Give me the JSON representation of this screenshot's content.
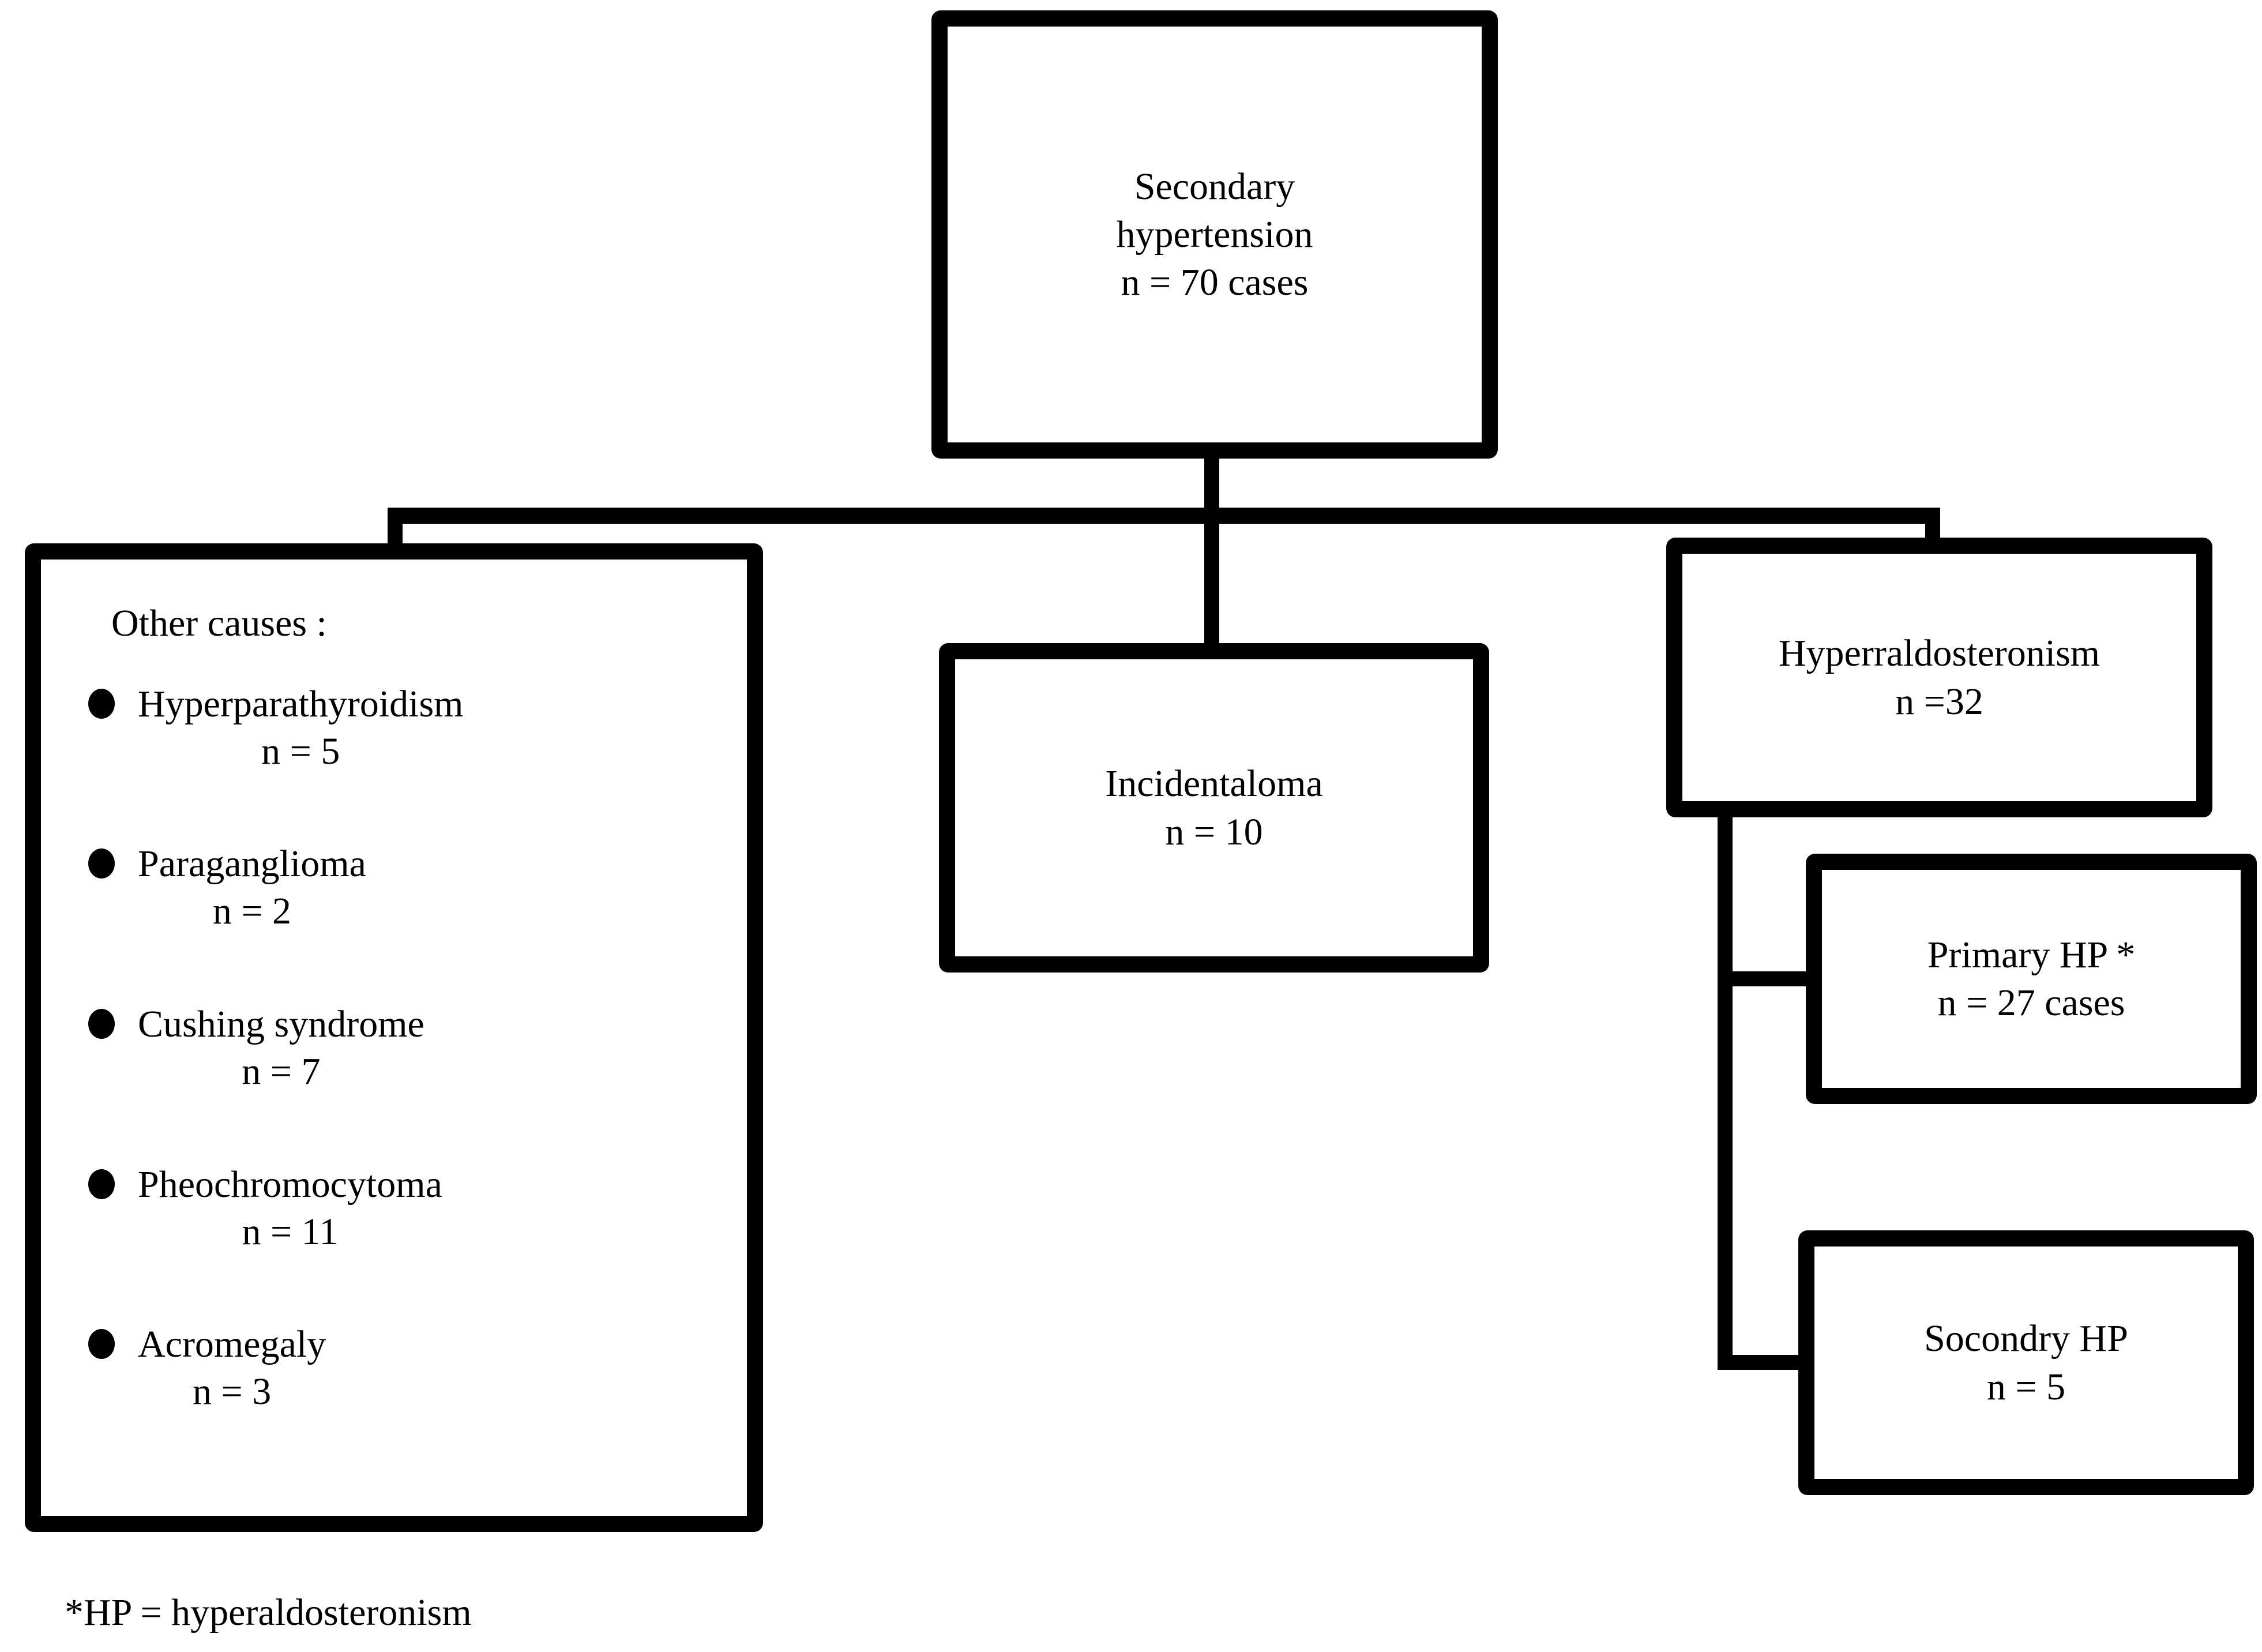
{
  "nodes": {
    "root": {
      "line1": "Secondary",
      "line2": "hypertension",
      "line3": "n = 70 cases"
    },
    "other_causes": {
      "heading": "Other causes :",
      "items": [
        {
          "label": "Hyperparathyroidism",
          "count": "n = 5"
        },
        {
          "label": "Paraganglioma",
          "count": "n = 2"
        },
        {
          "label": "Cushing syndrome",
          "count": "n = 7"
        },
        {
          "label": "Pheochromocytoma",
          "count": "n = 11"
        },
        {
          "label": "Acromegaly",
          "count": "n = 3"
        }
      ]
    },
    "incidentaloma": {
      "line1": "Incidentaloma",
      "line2": "n = 10"
    },
    "hyperaldosteronism": {
      "line1": "Hyperraldosteronism",
      "line2": "n =32"
    },
    "primary_hp": {
      "line1": "Primary HP *",
      "line2": "n = 27 cases"
    },
    "secondary_hp": {
      "line1": "Socondry HP",
      "line2": "n = 5"
    }
  },
  "footnote": "*HP = hyperaldosteronism",
  "colors": {
    "stroke": "#000000",
    "background": "#ffffff",
    "text": "#000000"
  }
}
